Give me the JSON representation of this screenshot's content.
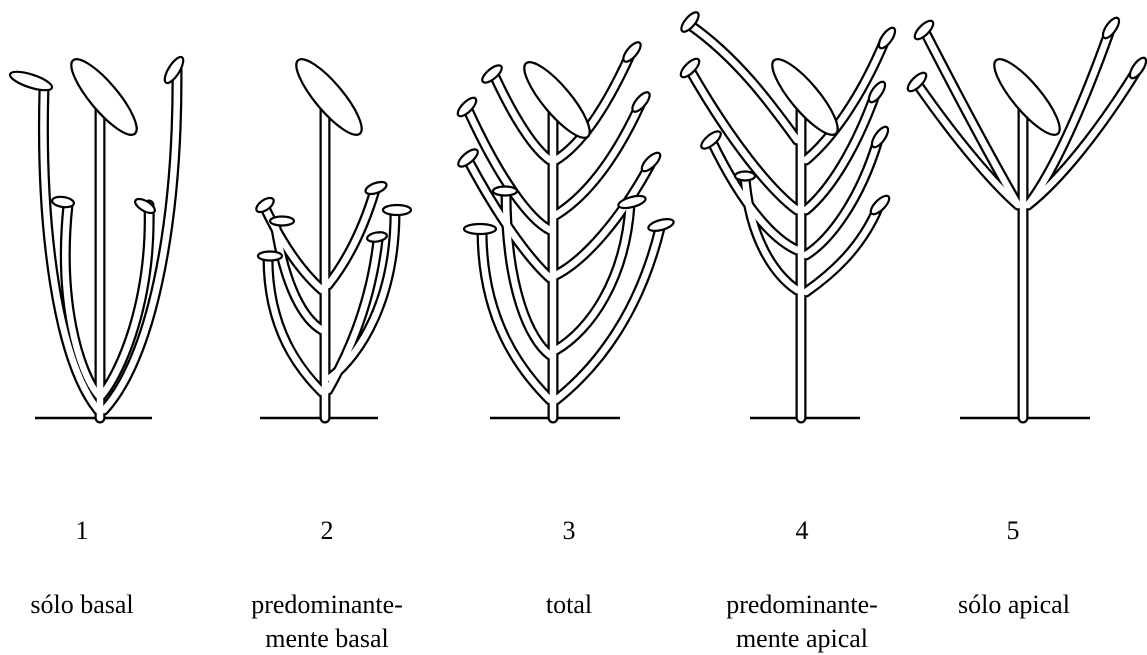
{
  "figures": [
    {
      "number": "1",
      "caption": "sólo basal"
    },
    {
      "number": "2",
      "caption": "predominante-\nmente basal"
    },
    {
      "number": "3",
      "caption": "total"
    },
    {
      "number": "4",
      "caption": "predominante-\nmente apical"
    },
    {
      "number": "5",
      "caption": "sólo apical"
    }
  ],
  "colors": {
    "ink": "#000000",
    "paper": "#ffffff"
  }
}
